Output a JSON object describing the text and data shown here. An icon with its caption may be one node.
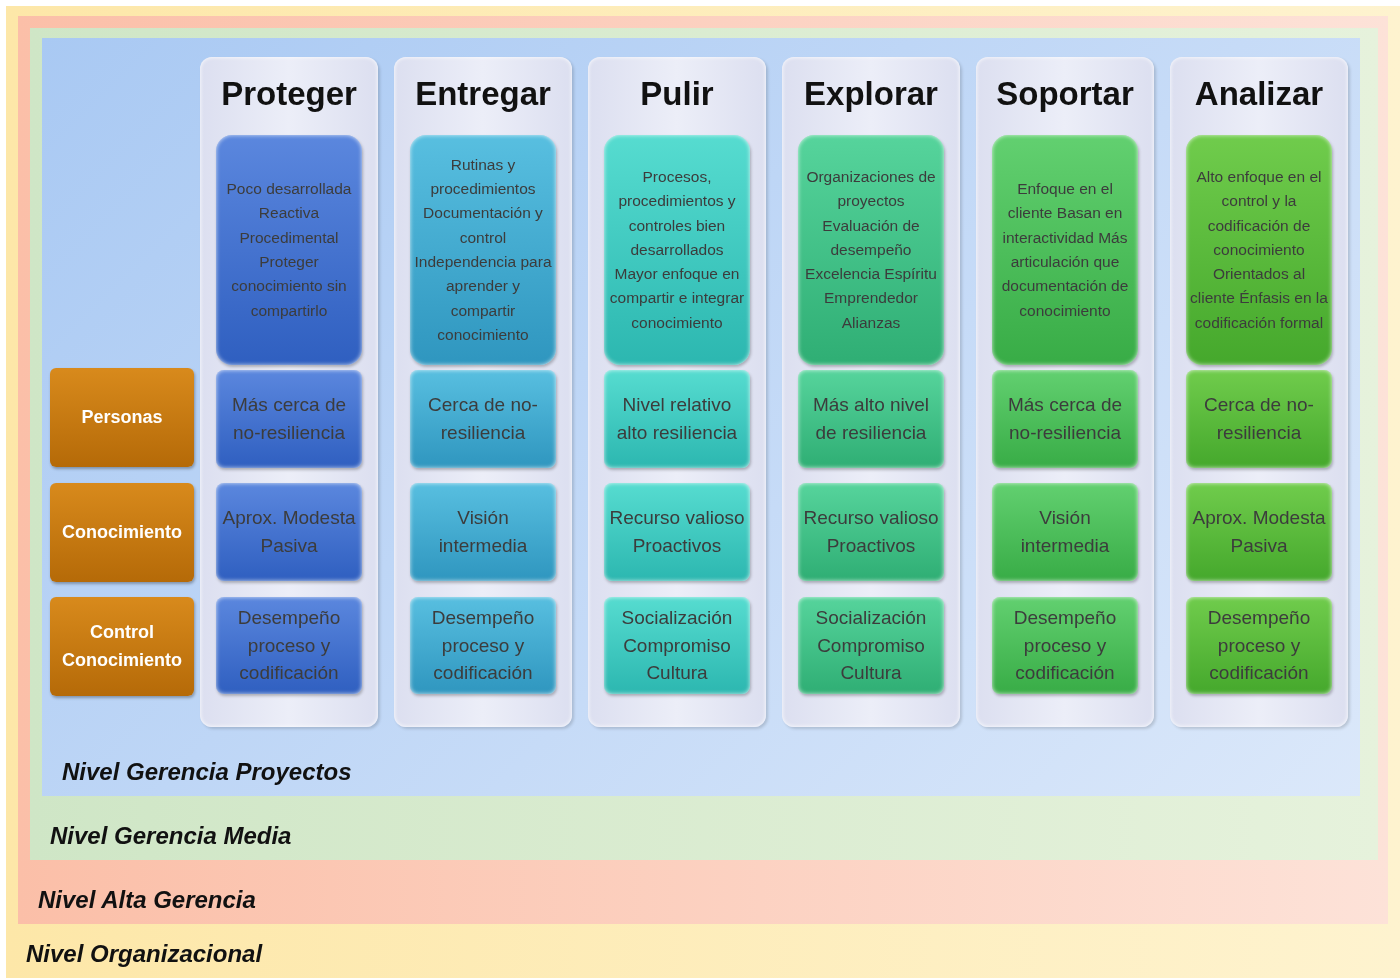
{
  "diagram": {
    "nodes": [
      {
        "text": [
          "Nivel Organizacional"
        ]
      },
      {
        "text": [
          "Nivel Alta Gerencia"
        ],
        "in": 0
      },
      {
        "text": [
          "Nivel Gerencia Media"
        ],
        "in": 1
      },
      {
        "text": [
          "Nivel Gerencia Proyectos"
        ],
        "in": 2
      },
      {
        "text": [
          "Personas"
        ],
        "in": 3
      },
      {
        "text": [
          "Conocimiento"
        ],
        "in": 3
      },
      {
        "text": [
          "Control Conocimiento"
        ],
        "in": 3
      },
      {
        "text": [
          "Proteger"
        ],
        "in": 3
      },
      {
        "text": [
          "Poco desarrollada Reactiva Procedimental Proteger conocimiento sin compartirlo"
        ],
        "in": 7
      },
      {
        "text": [
          "Más cerca de no-resiliencia"
        ],
        "in": 7
      },
      {
        "text": [
          "Aprox. Modesta Pasiva"
        ],
        "in": 7
      },
      {
        "text": [
          "Desempeño proceso y codificación"
        ],
        "in": 7
      },
      {
        "text": [
          "Entregar"
        ],
        "in": 3
      },
      {
        "text": [
          "Rutinas y procedimientos Documentación y control Independencia para aprender y compartir conocimiento"
        ],
        "in": 12
      },
      {
        "text": [
          "Cerca de no-resiliencia"
        ],
        "in": 12
      },
      {
        "text": [
          "Visión intermedia"
        ],
        "in": 12
      },
      {
        "text": [
          "Desempeño proceso y codificación"
        ],
        "in": 12
      },
      {
        "text": [
          "Pulir"
        ],
        "in": 3
      },
      {
        "text": [
          "Procesos, procedimientos y controles bien desarrollados Mayor enfoque en compartir e integrar conocimiento"
        ],
        "in": 17
      },
      {
        "text": [
          "Nivel relativo alto resiliencia"
        ],
        "in": 17
      },
      {
        "text": [
          "Recurso valioso Proactivos"
        ],
        "in": 17
      },
      {
        "text": [
          "Socialización Compromiso Cultura"
        ],
        "in": 17
      },
      {
        "text": [
          "Explorar"
        ],
        "in": 3
      },
      {
        "text": [
          "Organizaciones de proyectos Evaluación de desempeño Excelencia Espíritu Emprendedor Alianzas"
        ],
        "in": 22
      },
      {
        "text": [
          "Más alto nivel de resiliencia"
        ],
        "in": 22
      },
      {
        "text": [
          "Recurso valioso Proactivos"
        ],
        "in": 22
      },
      {
        "text": [
          "Socialización Compromiso Cultura"
        ],
        "in": 22
      },
      {
        "text": [
          "Soportar"
        ],
        "in": 3
      },
      {
        "text": [
          "Enfoque en el cliente Basan en interactividad Más articulación que documentación de conocimiento"
        ],
        "in": 27
      },
      {
        "text": [
          "Más cerca de no-resiliencia"
        ],
        "in": 27
      },
      {
        "text": [
          "Visión intermedia"
        ],
        "in": 27
      },
      {
        "text": [
          "Desempeño proceso y codificación"
        ],
        "in": 27
      },
      {
        "text": [
          "Analizar"
        ],
        "in": 3
      },
      {
        "text": [
          "Alto enfoque en el control y la codificación de conocimiento Orientados al cliente Énfasis en la codificación formal"
        ],
        "in": 32
      },
      {
        "text": [
          "Cerca de no-resiliencia"
        ],
        "in": 32
      },
      {
        "text": [
          "Aprox. Modesta Pasiva"
        ],
        "in": 32
      },
      {
        "text": [
          "Desempeño proceso y codificación"
        ],
        "in": 32
      }
    ]
  }
}
